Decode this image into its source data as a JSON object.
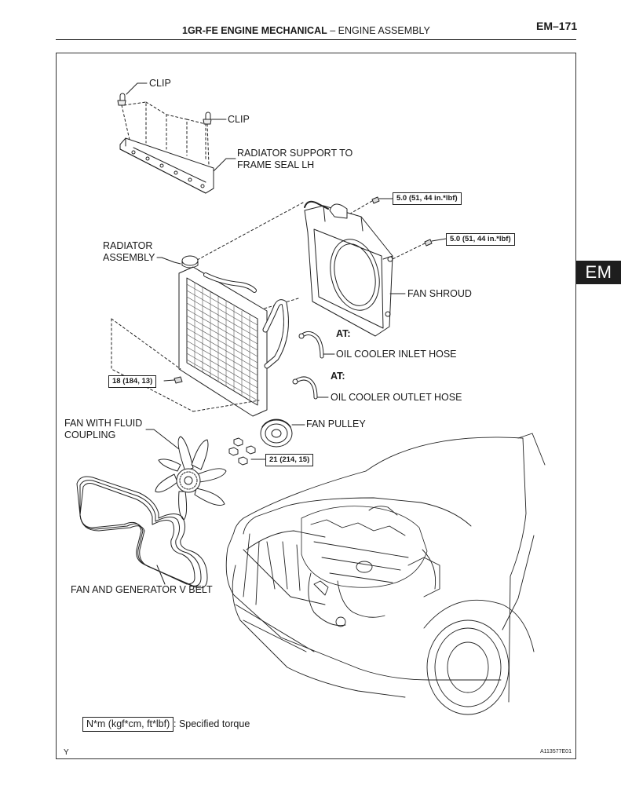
{
  "header": {
    "title_bold": "1GR-FE ENGINE MECHANICAL",
    "title_rest": "–  ENGINE ASSEMBLY",
    "page_number": "EM–171"
  },
  "side_tab": "EM",
  "labels": {
    "clip_1": "CLIP",
    "clip_2": "CLIP",
    "radiator_support_seal_line1": "RADIATOR SUPPORT TO",
    "radiator_support_seal_line2": "FRAME SEAL LH",
    "radiator_assembly_line1": "RADIATOR",
    "radiator_assembly_line2": "ASSEMBLY",
    "fan_shroud": "FAN SHROUD",
    "at_1": "AT:",
    "oil_cooler_inlet_hose": "OIL COOLER INLET HOSE",
    "at_2": "AT:",
    "oil_cooler_outlet_hose": "OIL COOLER OUTLET HOSE",
    "fan_fluid_coupling_line1": "FAN WITH FLUID",
    "fan_fluid_coupling_line2": "COUPLING",
    "fan_pulley": "FAN PULLEY",
    "v_belt": "FAN AND GENERATOR V BELT"
  },
  "torques": {
    "shroud_bolt_upper": "5.0 (51, 44 in.*lbf)",
    "shroud_bolt_side": "5.0 (51, 44 in.*lbf)",
    "radiator_bolt": "18 (184, 13)",
    "fan_nut": "21 (214, 15)"
  },
  "legend": {
    "unit_box": "N*m (kgf*cm, ft*lbf)",
    "description": ": Specified torque"
  },
  "figure_id": "A113577E01",
  "corner_mark": "Y"
}
